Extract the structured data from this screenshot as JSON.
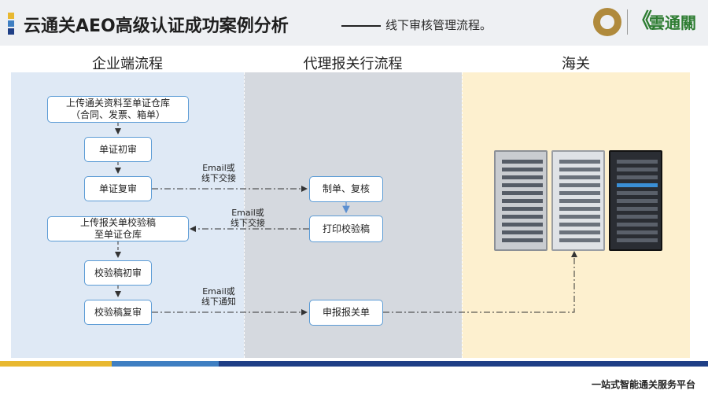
{
  "header": {
    "title": "云通关AEO高级认证成功案例分析",
    "subtitle": "线下审核管理流程。",
    "logo_text": "雲通關",
    "logo_mark": "《"
  },
  "lanes": {
    "enterprise": "企业端流程",
    "agent": "代理报关行流程",
    "customs": "海关"
  },
  "nodes": {
    "upload_docs": [
      "上传通关资料至单证仓库",
      "（合同、发票、箱单）"
    ],
    "doc_first_review": "单证初审",
    "doc_second_review": "单证复审",
    "make_and_check": "制单、复核",
    "print_draft": "打印校验稿",
    "upload_draft": [
      "上传报关单校验稿",
      "至单证仓库"
    ],
    "draft_first_review": "校验稿初审",
    "draft_second_review": "校验稿复审",
    "declare": "申报报关单"
  },
  "edge_labels": {
    "to_agent_1": [
      "Email或",
      "线下交接"
    ],
    "to_enterprise": [
      "Email或",
      "线下交接"
    ],
    "to_agent_2": [
      "Email或",
      "线下通知"
    ]
  },
  "footer": {
    "tagline": "一站式智能通关服务平台"
  },
  "colors": {
    "enterprise_lane": "#dfe9f5",
    "agent_lane": "#d5d9df",
    "customs_lane": "#fdf0cf",
    "node_border": "#5b9bd5",
    "footer_gold": "#e8b830",
    "footer_blue_light": "#3f7fc2",
    "footer_blue_dark": "#1f3f86"
  },
  "icons": [
    "server-rack-icon",
    "emblem-logo-icon"
  ]
}
